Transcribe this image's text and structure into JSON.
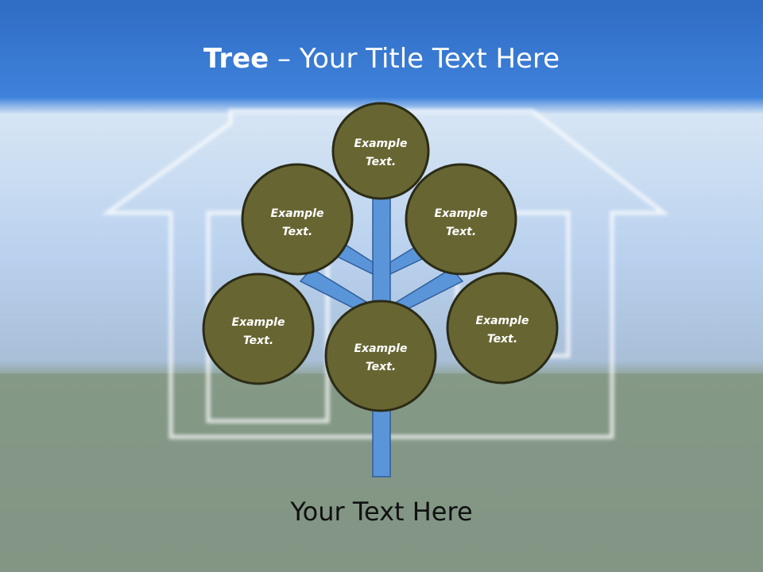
{
  "slide": {
    "title_bold": "Tree",
    "title_sep": " – ",
    "title_rest": "Your Title Text Here",
    "caption": "Your Text Here"
  },
  "nodes": [
    {
      "line1": "Example",
      "line2": "Text."
    },
    {
      "line1": "Example",
      "line2": "Text."
    },
    {
      "line1": "Example",
      "line2": "Text."
    },
    {
      "line1": "Example",
      "line2": "Text."
    },
    {
      "line1": "Example",
      "line2": "Text."
    },
    {
      "line1": "Example",
      "line2": "Text."
    }
  ],
  "colors": {
    "sky_top": "#3a7bd5",
    "node_fill": "#676633",
    "node_stroke": "#2b2b16",
    "trunk_fill": "#5b95d9",
    "trunk_stroke": "#2f5e9c"
  }
}
